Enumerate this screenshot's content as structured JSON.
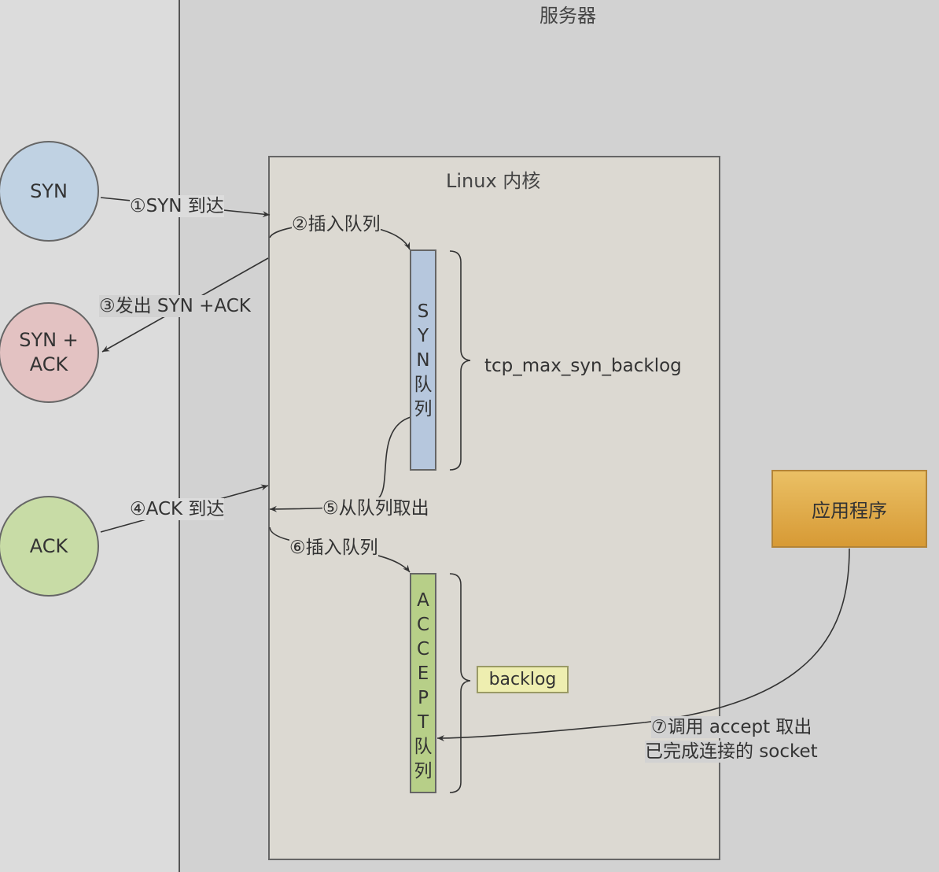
{
  "server_title": "服务器",
  "kernel_title": "Linux 内核",
  "nodes": {
    "syn": "SYN",
    "syn_ack": "SYN +\nACK",
    "ack": "ACK"
  },
  "queues": {
    "syn_queue": [
      "S",
      "Y",
      "N",
      "队",
      "列"
    ],
    "accept_queue": [
      "A",
      "C",
      "C",
      "E",
      "P",
      "T",
      "队",
      "列"
    ]
  },
  "params": {
    "tcp_max_syn_backlog": "tcp_max_syn_backlog",
    "backlog": "backlog"
  },
  "app": "应用程序",
  "steps": {
    "s1": "①SYN 到达",
    "s2": "②插入队列",
    "s3": "③发出 SYN +ACK",
    "s4": "④ACK 到达",
    "s5": "⑤从队列取出",
    "s6": "⑥插入队列",
    "s7_line1": "⑦调用 accept 取出",
    "s7_line2": "已完成连接的 socket"
  }
}
